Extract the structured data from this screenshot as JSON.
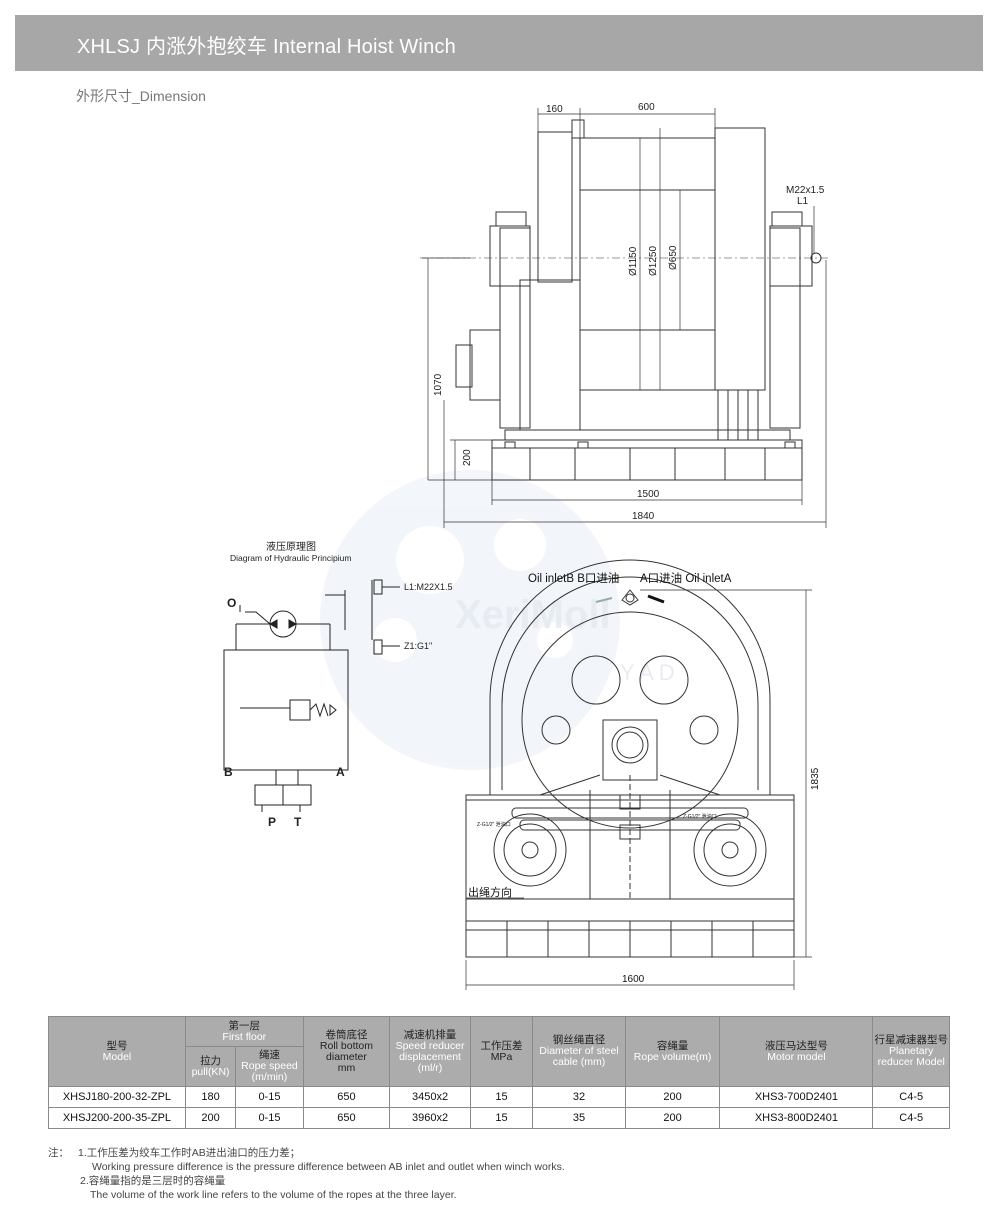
{
  "header": {
    "title": "XHLSJ  内涨外抱绞车 Internal Hoist Winch"
  },
  "section": {
    "subtitle": "外形尺寸_Dimension"
  },
  "front_view": {
    "dims": {
      "d160": "160",
      "d600": "600",
      "m22": "M22x1.5",
      "l1": "L1",
      "d1150": "Ø1150",
      "d1250": "Ø1250",
      "d650": "Ø650",
      "d1070": "1070",
      "d200": "200",
      "d1500": "1500",
      "d1840": "1840"
    }
  },
  "hydraulic": {
    "title_zh": "液压原理图",
    "title_en": "Diagram of Hydraulic Principium",
    "port_o": "O",
    "port_b": "B",
    "port_a": "A",
    "port_p": "P",
    "port_t": "T",
    "l1_label": "L1:M22X1.5",
    "z1_label": "Z1:G1\""
  },
  "side_view": {
    "oil_b": "Oil inletB B口进油",
    "oil_a": "A口进油 Oil inletA",
    "rope_dir": "出绳方向",
    "d1835": "1835",
    "d1600": "1600",
    "tag": "Z-G1/2\" 泄油口"
  },
  "watermark": {
    "brand": "XeriMoll",
    "sub": "Y A D"
  },
  "table": {
    "headers": {
      "model_zh": "型号",
      "model_en": "Model",
      "floor_zh": "第一层",
      "floor_en": "First floor",
      "pull_zh": "拉力",
      "pull_en": "pull(KN)",
      "speed_zh": "绳速",
      "speed_en": "Rope speed (m/min)",
      "roll_zh": "卷筒底径",
      "roll_en": "Roll bottom diameter",
      "roll_unit": "mm",
      "disp_zh": "减速机排量",
      "disp_en": "Speed reducer displacement",
      "disp_unit": "(ml/r)",
      "press_zh": "工作压差",
      "press_en": "MPa",
      "cable_zh": "钢丝绳直径",
      "cable_en": "Diameter of steel cable (mm)",
      "vol_zh": "容绳量",
      "vol_en": "Rope volume(m)",
      "motor_zh": "液压马达型号",
      "motor_en": "Motor model",
      "planet_zh": "行星减速器型号",
      "planet_en": "Planetary reducer Model"
    },
    "rows": [
      {
        "model": "XHSJ180-200-32-ZPL",
        "pull": "180",
        "speed": "0-15",
        "roll": "650",
        "disp": "3450x2",
        "press": "15",
        "cable": "32",
        "vol": "200",
        "motor": "XHS3-700D2401",
        "planet": "C4-5"
      },
      {
        "model": "XHSJ200-200-35-ZPL",
        "pull": "200",
        "speed": "0-15",
        "roll": "650",
        "disp": "3960x2",
        "press": "15",
        "cable": "35",
        "vol": "200",
        "motor": "XHS3-800D2401",
        "planet": "C4-5"
      }
    ]
  },
  "notes": {
    "label": "注：",
    "n1_zh": "1.工作压差为绞车工作时AB进出油口的压力差；",
    "n1_en": "Working pressure difference is the pressure difference between AB inlet and outlet when winch works.",
    "n2_zh": "2.容绳量指的是三层时的容绳量",
    "n2_en": "The volume of the work line refers to the volume of the ropes at the three layer."
  }
}
